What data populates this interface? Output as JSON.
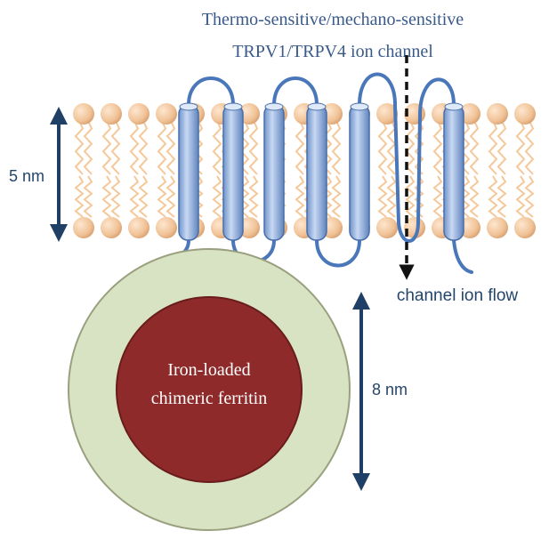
{
  "title": {
    "line1": "Thermo-sensitive/mechano-sensitive",
    "line2": "TRPV1/TRPV4 ion channel"
  },
  "labels": {
    "membrane_thickness": "5 nm",
    "ion_flow": "channel ion flow",
    "ferritin_line1": "Iron-loaded",
    "ferritin_line2": "chimeric ferritin",
    "ferritin_size": "8 nm"
  },
  "colors": {
    "title_text": "#3a5a8a",
    "label_text": "#24456b",
    "arrow": "#1f3f66",
    "lipid_head": "#f2c8a0",
    "lipid_tail": "#f5c89a",
    "helix_fill": "#a6bfe6",
    "loop_stroke": "#4a77ba",
    "ferritin_shell": "#d7e3c2",
    "ferritin_core": "#8e2a2a",
    "ferritin_text": "#ffffff",
    "ion_arrow": "#111111"
  }
}
